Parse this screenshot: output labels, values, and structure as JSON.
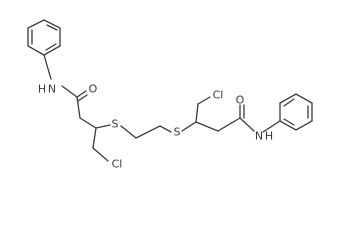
{
  "molecule": {
    "atoms": {
      "nh_left": "N",
      "h_left": "H",
      "o_left": "O",
      "s_left": "S",
      "cl_left": "Cl",
      "s_right": "S",
      "cl_right": "Cl",
      "o_right": "O",
      "nh_right": "N",
      "h_right": "H"
    }
  }
}
